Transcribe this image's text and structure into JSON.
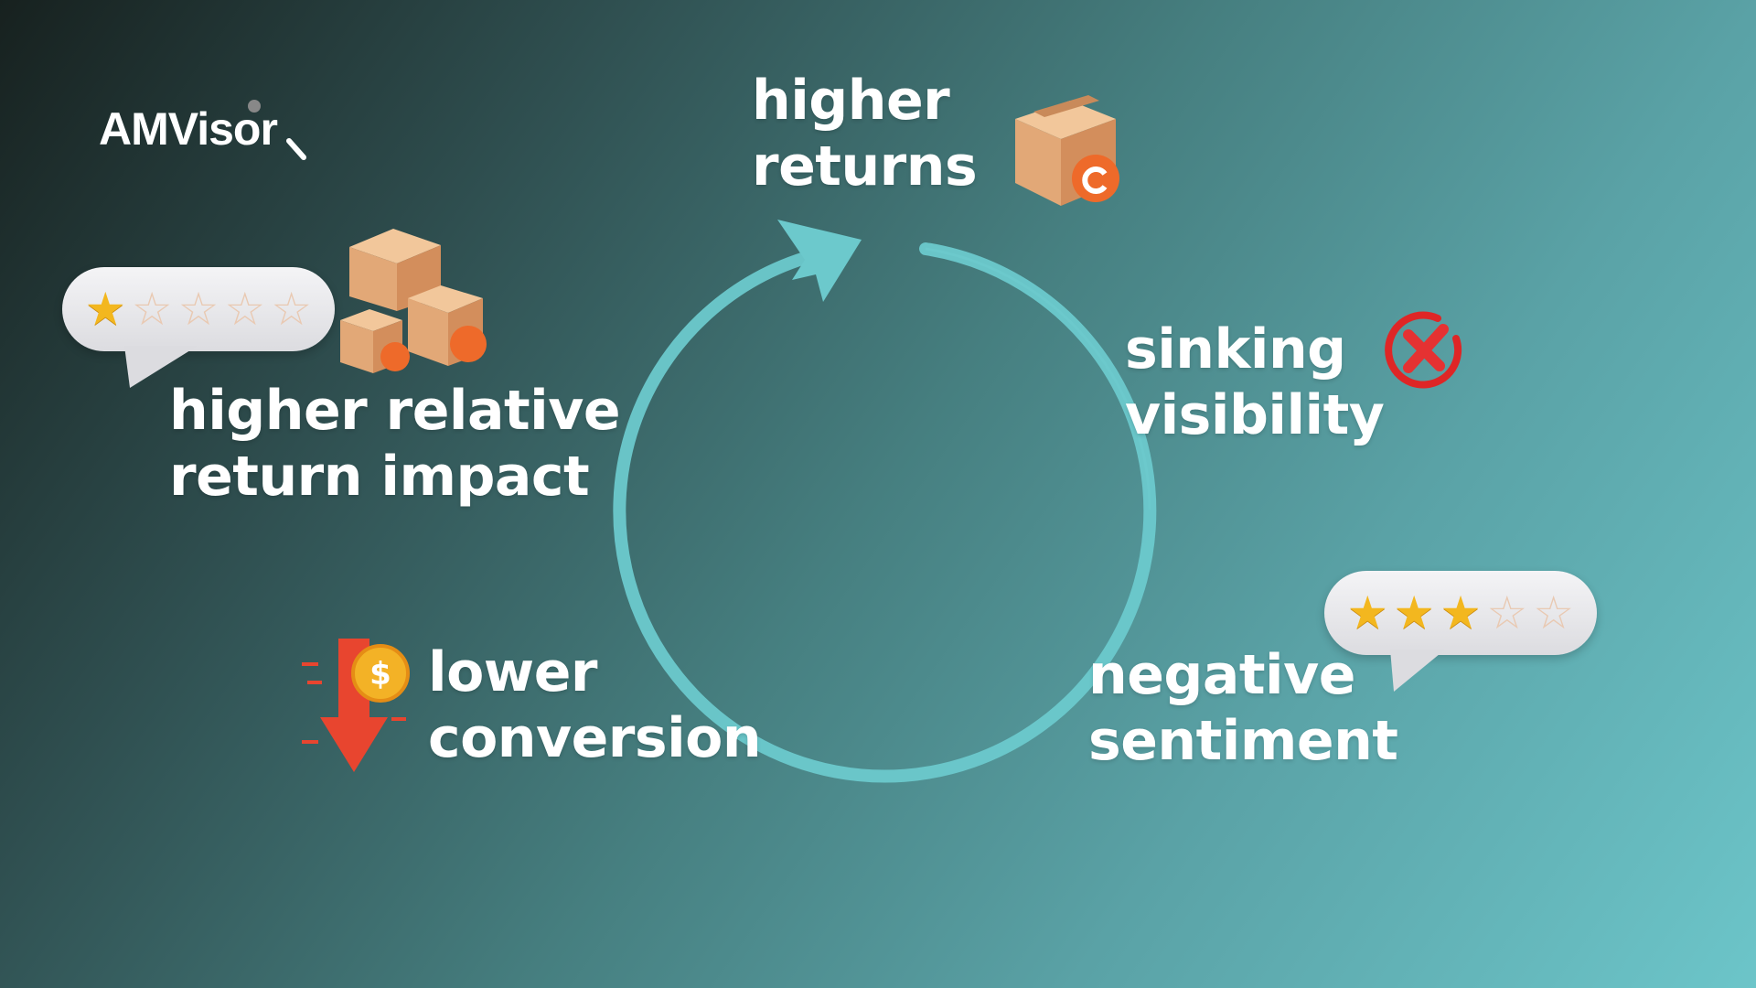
{
  "logo": {
    "text": "AMVisor"
  },
  "cycle": {
    "steps": [
      {
        "lines": [
          "higher",
          "returns"
        ],
        "icon": "returns-box-icon"
      },
      {
        "lines": [
          "sinking",
          "visibility"
        ],
        "icon": "red-x-icon"
      },
      {
        "lines": [
          "negative",
          "sentiment"
        ],
        "icon": "three-star-rating-icon",
        "rating": 3,
        "max_rating": 5
      },
      {
        "lines": [
          "lower",
          "conversion"
        ],
        "icon": "down-arrow-dollar-icon"
      },
      {
        "lines": [
          "higher relative",
          "return impact"
        ],
        "icon": "one-star-rating-icon",
        "rating": 1,
        "max_rating": 5
      }
    ],
    "colors": {
      "ring": "#6cc9cc",
      "accent": "#e8452f",
      "star": "#f3b71f"
    }
  }
}
